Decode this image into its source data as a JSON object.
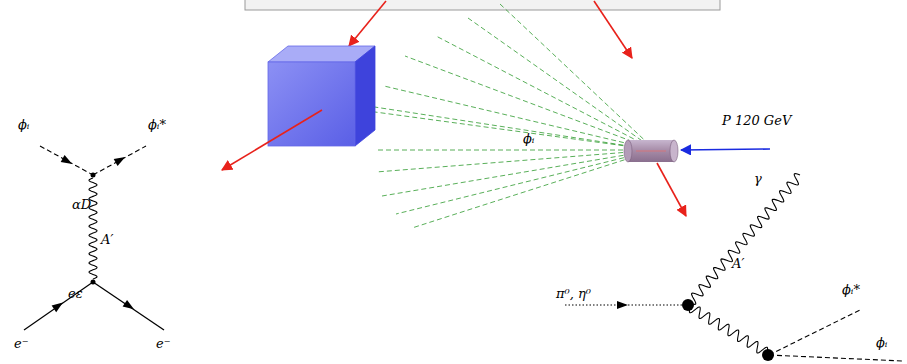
{
  "diagram": {
    "labels": [
      "P 120 GeV",
      "ϕᵢ",
      "ϕᵢ",
      "ϕᵢ*",
      "αD",
      "A′",
      "eε",
      "e⁻",
      "e⁻",
      "γ",
      "π⁰, η⁰",
      "A′",
      "ϕᵢ*",
      "ϕᵢ"
    ]
  }
}
